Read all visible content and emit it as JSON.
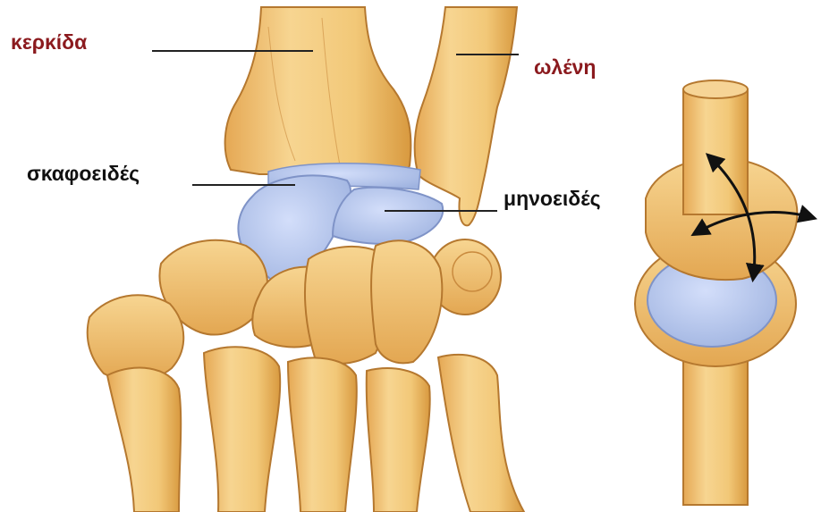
{
  "labels": {
    "radius": "κερκίδα",
    "ulna": "ωλένη",
    "scaphoid": "σκαφοειδές",
    "lunate": "μηνοειδές"
  },
  "colors": {
    "label_red": "#8b1a1e",
    "label_dark": "#111111",
    "bone_fill": "#f3c979",
    "bone_shade": "#d99c48",
    "bone_outline": "#b5782f",
    "cartilage_fill": "#b9c9ec",
    "cartilage_outline": "#7f93c7",
    "leader_line": "#222222",
    "arrow": "#111111"
  },
  "icons": {
    "joint_model": "condyloid-joint-model",
    "motion_arrows": "biaxial-arrows-icon"
  }
}
